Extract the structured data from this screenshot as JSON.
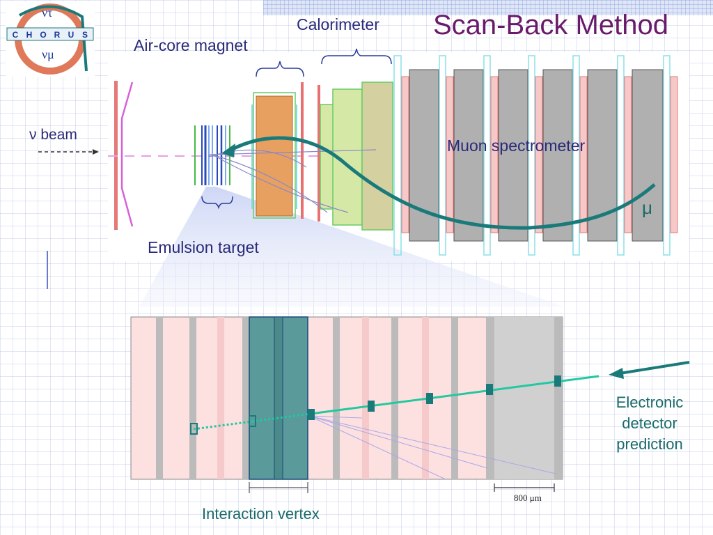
{
  "slide": {
    "title": "Scan-Back Method",
    "logo": {
      "name": "CHORUS",
      "letters": [
        "C",
        "H",
        "O",
        "R",
        "U",
        "S"
      ],
      "nu_tau": "ντ",
      "nu_mu": "νμ"
    },
    "detector": {
      "calorimeter": "Calorimeter",
      "air_core_magnet": "Air-core magnet",
      "muon_spectrometer": "Muon spectrometer",
      "muon_symbol": "μ",
      "beam": "ν beam",
      "emulsion_target": "Emulsion target"
    },
    "zoom": {
      "electronic_detector_prediction": "Electronic detector prediction",
      "interaction_vertex": "Interaction vertex",
      "scale_bar": "800 μm"
    },
    "colors": {
      "title": "#6a1a6a",
      "label": "#2a2a7a",
      "teal": "#1a7a7a",
      "track": "#22c8a0"
    }
  }
}
